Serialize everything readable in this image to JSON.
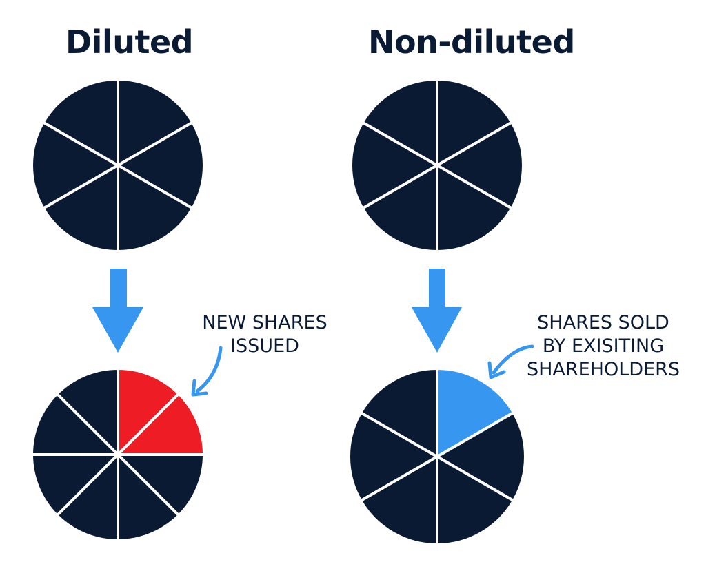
{
  "headings": {
    "left": "Diluted",
    "right": "Non-diluted"
  },
  "annotations": {
    "left_lines": [
      "NEW SHARES",
      "ISSUED"
    ],
    "right_lines": [
      "SHARES SOLD",
      "BY EXISITING",
      "SHAREHOLDERS"
    ]
  },
  "colors": {
    "slice_dark": "#0b1a33",
    "slice_new": "#ee1c25",
    "slice_sold": "#3797f0",
    "arrow": "#3797f0",
    "divider": "#ffffff"
  },
  "pies": {
    "diluted_before": {
      "slices": 6,
      "highlighted": []
    },
    "diluted_after": {
      "slices": 8,
      "highlighted": [
        0,
        1
      ],
      "highlight_color": "slice_new"
    },
    "non_diluted_before": {
      "slices": 6,
      "highlighted": []
    },
    "non_diluted_after": {
      "slices": 6,
      "highlighted": [
        0
      ],
      "highlight_color": "slice_sold"
    }
  }
}
